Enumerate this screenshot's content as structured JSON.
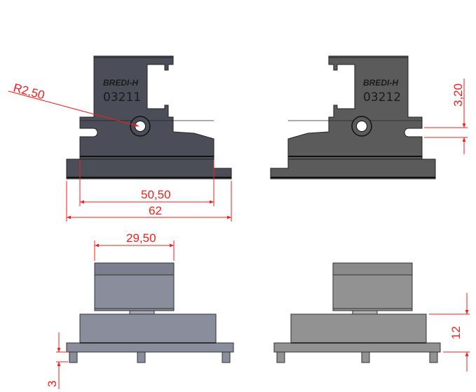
{
  "drawing": {
    "parts": [
      {
        "engraving": "BREDI-H",
        "part_number": "03211"
      },
      {
        "engraving": "BREDI-H",
        "part_number": "03212"
      }
    ],
    "dimensions": {
      "radius": "R2,50",
      "inner_width": "50,50",
      "overall_width": "62",
      "slot_height": "3,20",
      "top_width": "29,50",
      "foot_height": "3",
      "body_height": "12"
    },
    "colors": {
      "dimension": "#ff1a1a",
      "part_left": "#4b4e59",
      "part_right": "#5b5b5b",
      "side_left": "#8a8d9c",
      "side_right": "#929292"
    }
  }
}
